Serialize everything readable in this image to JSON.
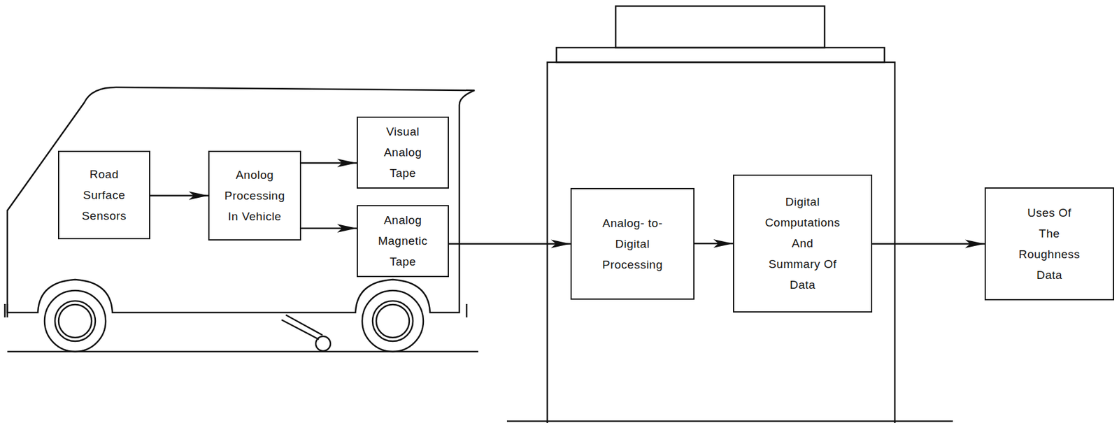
{
  "diagram": {
    "nodes": [
      {
        "text": [
          "Road Surface Sensors"
        ]
      },
      {
        "text": [
          "Anolog Processing In Vehicle"
        ]
      },
      {
        "text": [
          "Visual Analog Tape"
        ]
      },
      {
        "text": [
          "Analog Magnetic Tape"
        ]
      },
      {
        "text": [
          "Analog- to- Digital Processing"
        ]
      },
      {
        "text": [
          "Digital Computations And Summary Of Data"
        ]
      },
      {
        "text": [
          "Uses Of The Roughness Data"
        ]
      }
    ],
    "edges": [
      {
        "from": 0,
        "to": 1,
        "arrow": "to"
      },
      {
        "from": 1,
        "to": 2,
        "arrow": "to"
      },
      {
        "from": 1,
        "to": 3,
        "arrow": "to"
      },
      {
        "from": 3,
        "to": 4,
        "arrow": "to"
      },
      {
        "from": 4,
        "to": 5,
        "arrow": "to"
      },
      {
        "from": 5,
        "to": 6,
        "arrow": "to"
      }
    ]
  }
}
